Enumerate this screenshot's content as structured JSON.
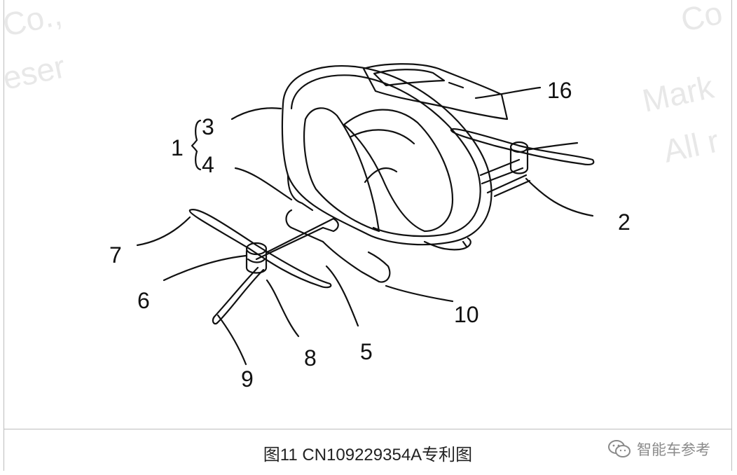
{
  "figure": {
    "labels": {
      "l1": "1",
      "l2": "2",
      "l3": "3",
      "l4": "4",
      "l5": "5",
      "l6": "6",
      "l7": "7",
      "l8": "8",
      "l9": "9",
      "l10": "10",
      "l16": "16"
    },
    "watermarks": {
      "tl1": "Co.,",
      "tl2": "eser",
      "tr1": "Co",
      "tr2": "Mark",
      "tr3": "All r"
    }
  },
  "caption": {
    "text": "图11  CN109229354A专利图"
  },
  "source": {
    "name": "智能车参考"
  },
  "icons": {
    "wechat": "wechat-icon"
  }
}
